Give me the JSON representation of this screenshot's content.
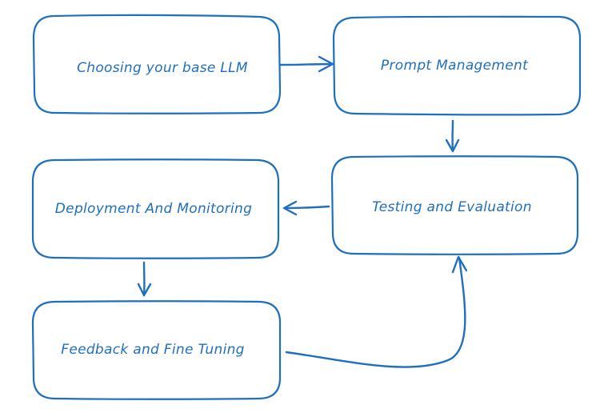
{
  "colors": {
    "stroke": "#1f6fbf",
    "text": "#1f6fbf",
    "background": "#ffffff"
  },
  "nodes": {
    "choosing": {
      "label": "Choosing your base LLM"
    },
    "prompt": {
      "label": "Prompt Management"
    },
    "testing": {
      "label": "Testing and Evaluation"
    },
    "deployment": {
      "label": "Deployment And Monitoring"
    },
    "feedback": {
      "label": "Feedback and Fine Tuning"
    }
  },
  "edges": [
    {
      "from": "choosing",
      "to": "prompt"
    },
    {
      "from": "prompt",
      "to": "testing"
    },
    {
      "from": "testing",
      "to": "deployment"
    },
    {
      "from": "deployment",
      "to": "feedback"
    },
    {
      "from": "feedback",
      "to": "testing"
    }
  ]
}
